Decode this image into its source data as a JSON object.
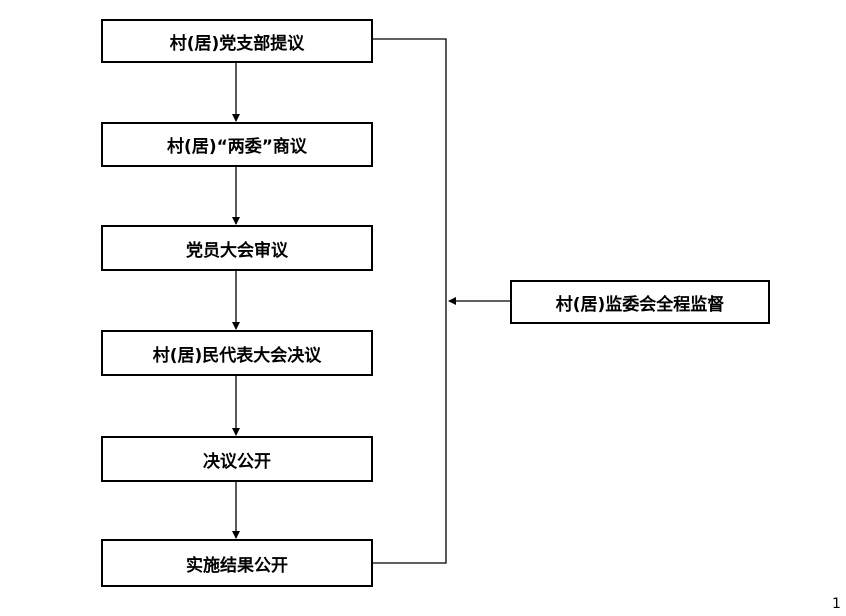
{
  "steps": [
    "村(居)党支部提议",
    "村(居)“两委”商议",
    "党员大会审议",
    "村(居)民代表大会决议",
    "决议公开",
    "实施结果公开"
  ],
  "supervision": "村(居)监委会全程监督",
  "page_mark": "1"
}
